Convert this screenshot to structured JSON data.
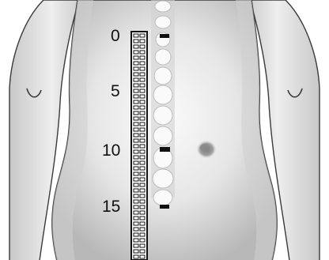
{
  "scale": {
    "labels": [
      "0",
      "5",
      "10",
      "15"
    ]
  },
  "colors": {
    "background": "#ffffff",
    "outline": "#3a3a3a",
    "body_fill_light": "#f2f2f2",
    "body_fill_mid": "#d9d9d9",
    "body_fill_dark": "#bdbdbd",
    "spine_fill": "#fafafa",
    "lesion": "#8e8e8e",
    "marker": "#111111"
  },
  "icons": [
    "ruler-icon",
    "elbow-crease-icon",
    "vertebra-icon",
    "lesion-icon",
    "marker-icon"
  ]
}
